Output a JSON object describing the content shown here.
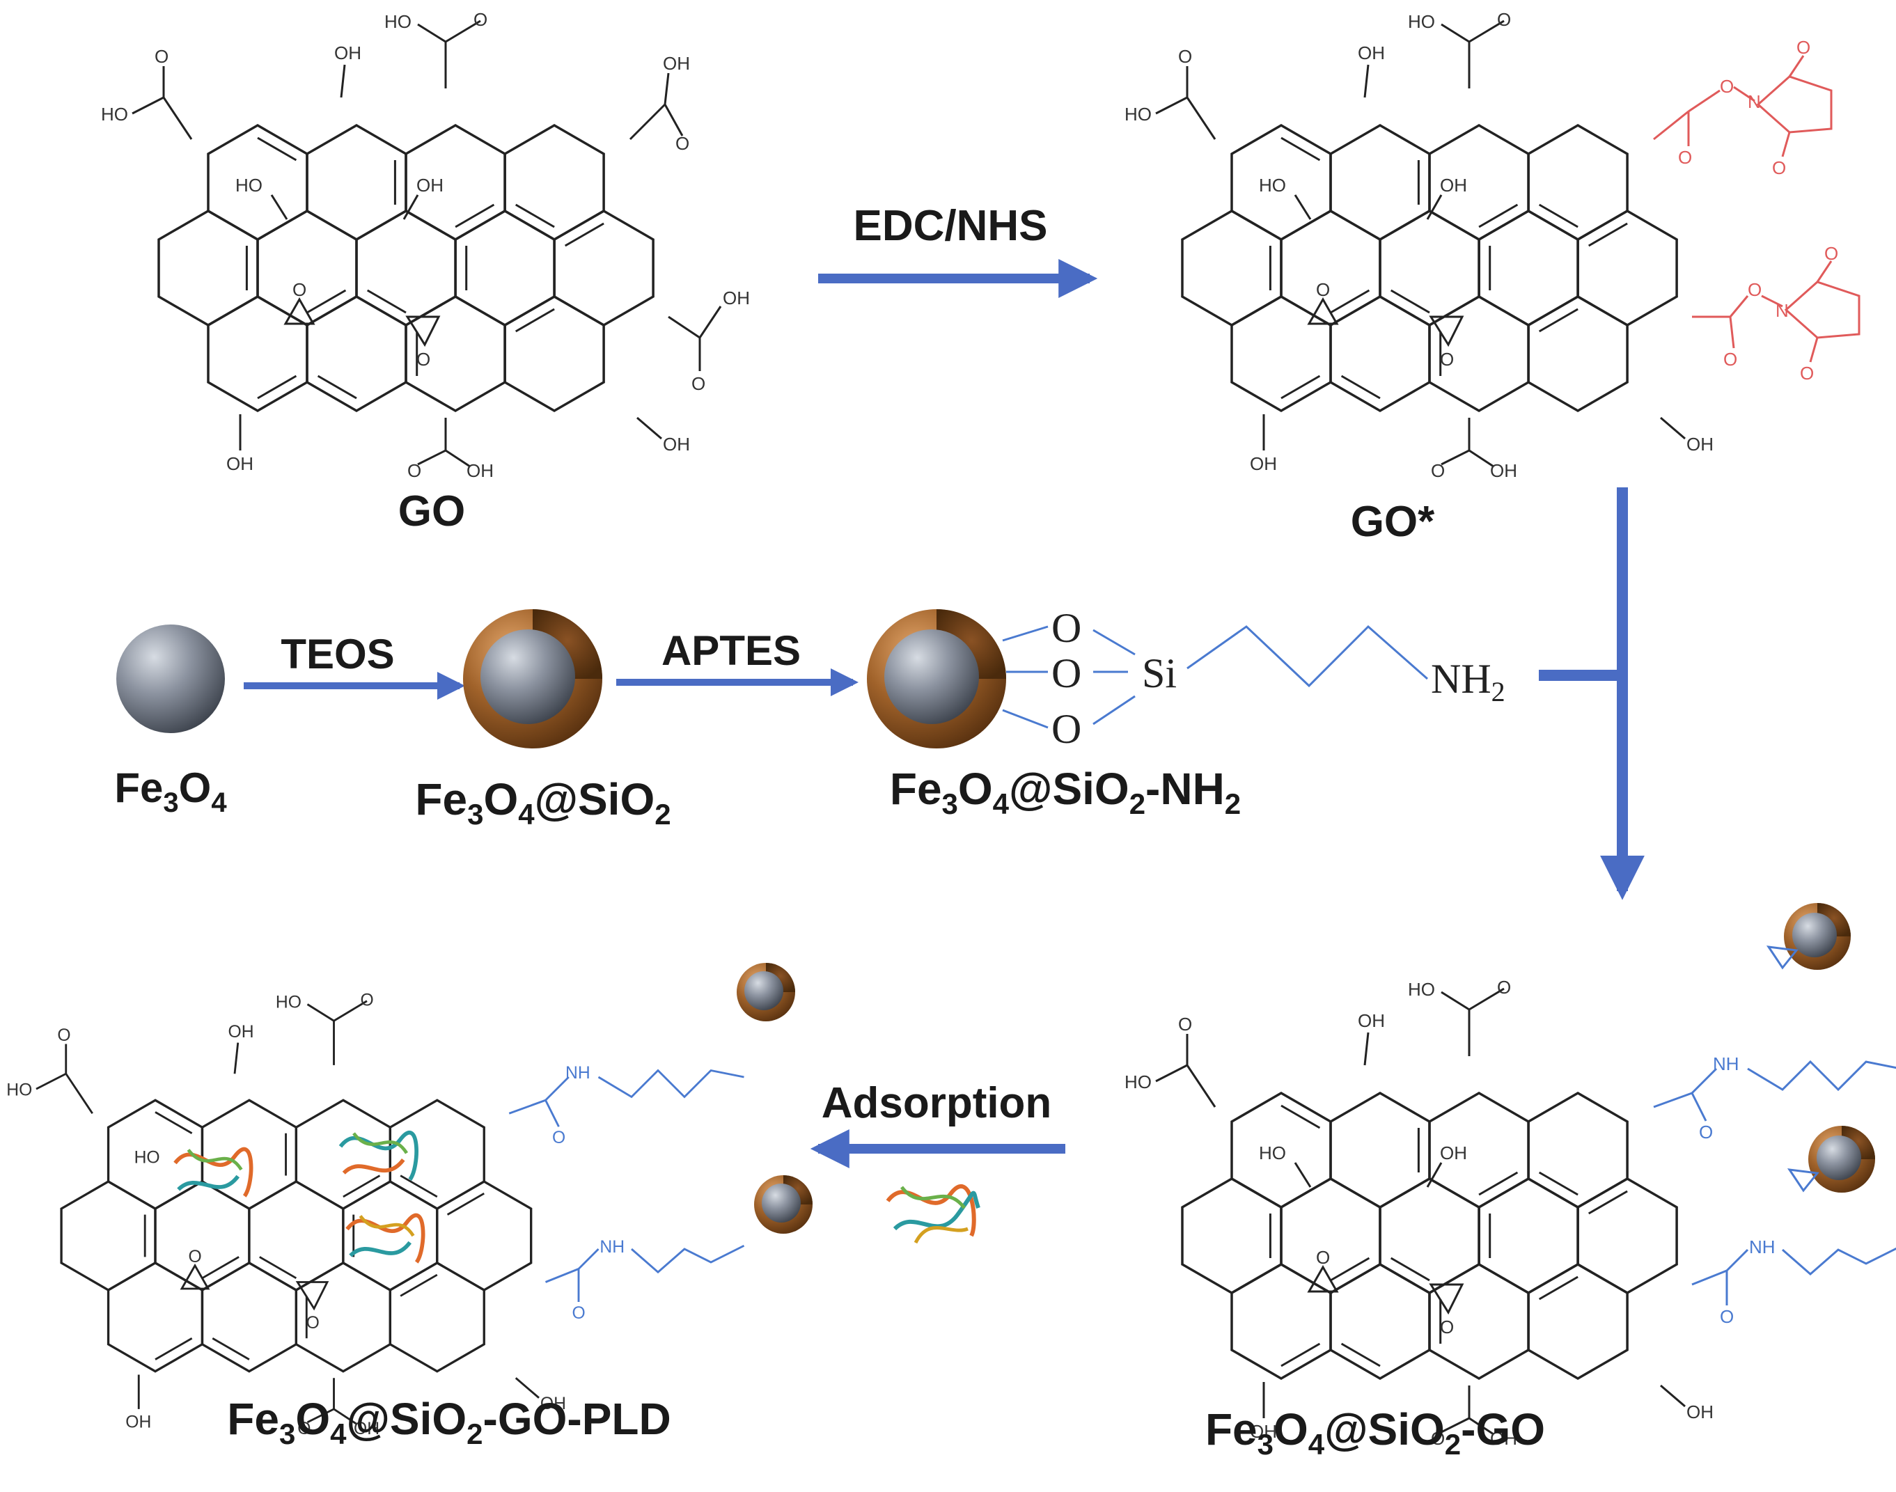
{
  "colors": {
    "arrow": "#4a6cc4",
    "bond": "#222222",
    "nhs": "#e05a5a",
    "linker": "#4a7ad0",
    "core": "#8c93a0",
    "shell": "#a0622a"
  },
  "icons": {
    "particle": "sphere-icon",
    "core_shell": "core-shell-particle-icon",
    "protein": "protein-ribbon-icon"
  },
  "labels": {
    "go": "GO",
    "go_star": "GO*",
    "fe3o4_parts": [
      "Fe",
      "3",
      "O",
      "4"
    ],
    "fe3o4_sio2_parts": [
      "Fe",
      "3",
      "O",
      "4",
      "@SiO",
      "2"
    ],
    "fe3o4_sio2_nh2_parts": [
      "Fe",
      "3",
      "O",
      "4",
      "@SiO",
      "2",
      "-NH",
      "2"
    ],
    "fe3o4_sio2_go_parts": [
      "Fe",
      "3",
      "O",
      "4",
      "@SiO",
      "2",
      "-GO"
    ],
    "fe3o4_sio2_go_pld_parts": [
      "Fe",
      "3",
      "O",
      "4",
      "@SiO",
      "2",
      "-GO-PLD"
    ]
  },
  "reagents": {
    "edc_nhs": "EDC/NHS",
    "teos": "TEOS",
    "aptes": "APTES",
    "adsorption": "Adsorption"
  },
  "silane": {
    "o": "O",
    "si": "Si",
    "nh2_parts": [
      "NH",
      "2"
    ]
  },
  "groups": {
    "oh": "OH",
    "ho": "HO",
    "o": "O",
    "nh": "NH",
    "n": "N"
  }
}
